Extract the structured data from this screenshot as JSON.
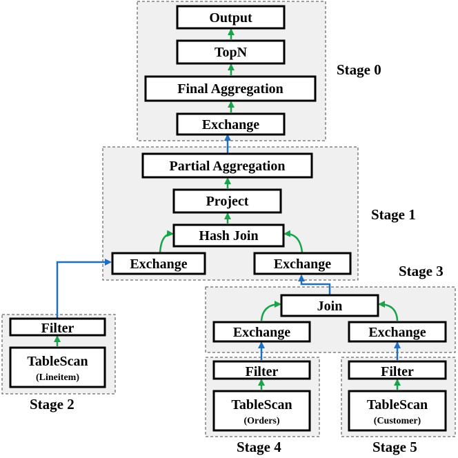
{
  "stages": {
    "stage0": "Stage 0",
    "stage1": "Stage 1",
    "stage2": "Stage 2",
    "stage3": "Stage 3",
    "stage4": "Stage 4",
    "stage5": "Stage 5"
  },
  "nodes": {
    "output": "Output",
    "topn": "TopN",
    "final_aggregation": "Final Aggregation",
    "exchange_s0": "Exchange",
    "partial_aggregation": "Partial Aggregation",
    "project": "Project",
    "hash_join": "Hash Join",
    "exchange_s1_left": "Exchange",
    "exchange_s1_right": "Exchange",
    "filter_s2": "Filter",
    "tablescan_s2": "TableScan",
    "tablescan_s2_sub": "(Lineitem)",
    "join_s3": "Join",
    "exchange_s3_left": "Exchange",
    "exchange_s3_right": "Exchange",
    "filter_s4": "Filter",
    "tablescan_s4": "TableScan",
    "tablescan_s4_sub": "(Orders)",
    "filter_s5": "Filter",
    "tablescan_s5": "TableScan",
    "tablescan_s5_sub": "(Customer)"
  },
  "colors": {
    "intra_stage_edge": "#1aa34a",
    "inter_stage_edge": "#1f6fc0"
  }
}
